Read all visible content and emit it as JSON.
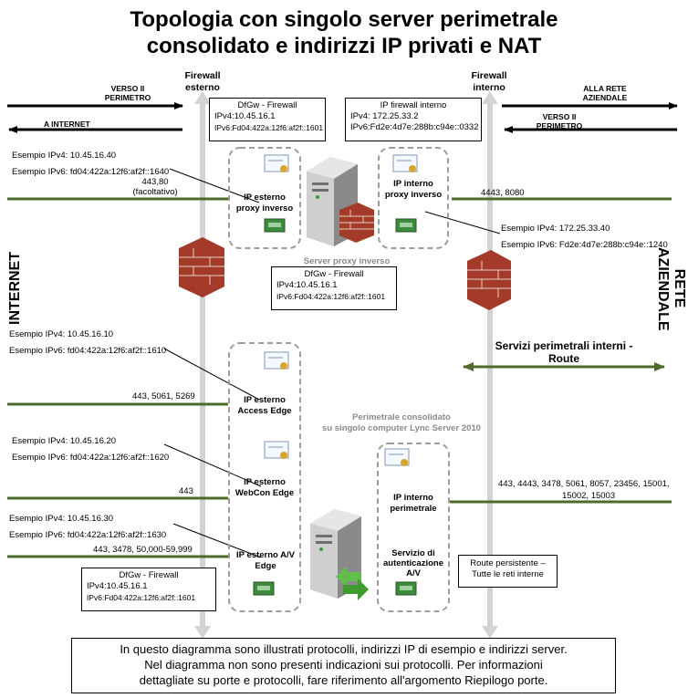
{
  "title": {
    "line1": "Topologia con singolo server perimetrale",
    "line2": "consolidato e indirizzi IP privati e NAT"
  },
  "firewalls": {
    "external_label": [
      "Firewall",
      "esterno"
    ],
    "internal_label": [
      "Firewall",
      "interno"
    ]
  },
  "arrows": {
    "left_top": [
      "VERSO Il",
      "PERIMETRO"
    ],
    "left_bottom": "A INTERNET",
    "right_top": [
      "ALLA RETE",
      "AZIENDALE"
    ],
    "right_bottom": [
      "VERSO Il",
      "PERIMETRO"
    ]
  },
  "top_boxes": {
    "dfgw_external": {
      "title": "DfGw - Firewall",
      "ipv4": "IPv4:10.45.16.1",
      "ipv6": "IPv6:Fd04:422a:12f6:af2f::1601"
    },
    "internal_firewall": {
      "title": "IP firewall interno",
      "ipv4": "IPv4: 172.25.33.2",
      "ipv6": "IPv6:Fd2e:4d7e:288b:c94e::0332"
    }
  },
  "reverse_proxy": {
    "external_example": {
      "ipv4": "Esempio IPv4: 10.45.16.40",
      "ipv6": "Esempio IPv6: fd04:422a:12f6:af2f::1640"
    },
    "external_ports": [
      "443,80",
      "(facoltativo)"
    ],
    "external_ip_label": [
      "IP esterno",
      "proxy inverso"
    ],
    "internal_ip_label": [
      "IP interno",
      "proxy inverso"
    ],
    "internal_ports": "4443, 8080",
    "internal_example": {
      "ipv4": "Esempio IPv4: 172.25.33.40",
      "ipv6": "Esempio IPv6: Fd2e:4d7e:288b:c94e::1240"
    },
    "server_label": "Server proxy inverso",
    "dfgw": {
      "title": "DfGw - Firewall",
      "ipv4": "IPv4:10.45.16.1",
      "ipv6": "IPv6:Fd04:422a:12f6:af2f::1601"
    }
  },
  "sides": {
    "left": "INTERNET",
    "right": [
      "RETE",
      "AZIENDALE"
    ]
  },
  "internal_services": {
    "label": [
      "Servizi perimetrali interni -",
      "Route"
    ]
  },
  "edge": {
    "access": {
      "ipv4": "Esempio IPv4: 10.45.16.10",
      "ipv6": "Esempio IPv6: fd04:422a:12f6:af2f::1610",
      "ports": "443, 5061, 5269",
      "label": [
        "IP esterno",
        "Access Edge"
      ]
    },
    "webcon": {
      "ipv4": "Esempio IPv4: 10.45.16.20",
      "ipv6": "Esempio IPv6: fd04:422a:12f6:af2f::1620",
      "ports": "443",
      "label": [
        "IP esterno",
        "WebCon Edge"
      ]
    },
    "av": {
      "ipv4": "Esempio IPv4: 10.45.16.30",
      "ipv6": "Esempio IPv6: fd04:422a:12f6:af2f::1630",
      "ports": "443, 3478, 50,000-59,999",
      "label": [
        "IP esterno A/V",
        "Edge"
      ]
    },
    "consolidated_label": [
      "Perimetrale consolidato",
      "su singolo computer Lync Server 2010"
    ],
    "internal_ip_label": [
      "IP interno",
      "perimetrale"
    ],
    "internal_ports": [
      "443, 4443, 3478, 5061, 8057, 23456, 15001,",
      "15002, 15003"
    ],
    "auth_label": [
      "Servizio di",
      "autenticazione",
      "A/V"
    ],
    "persistent_route": [
      "Route persistente –",
      "Tutte le reti interne"
    ],
    "dfgw": {
      "title": "DfGw - Firewall",
      "ipv4": "IPv4:10.45.16.1",
      "ipv6": "IPv6:Fd04:422a:12f6:af2f::1601"
    }
  },
  "footer": [
    "In questo diagramma sono illustrati protocolli, indirizzi IP di esempio e indirizzi server.",
    "Nel diagramma non sono presenti indicazioni sui protocolli. Per informazioni",
    "dettagliate su porte e protocolli, fare riferimento all'argomento Riepilogo porte."
  ],
  "colors": {
    "network_line": "#4d6b2a",
    "firewall_pole": "#d3d3d3",
    "dashed": "#9c9c9c",
    "brick": "#8b2a1e"
  }
}
